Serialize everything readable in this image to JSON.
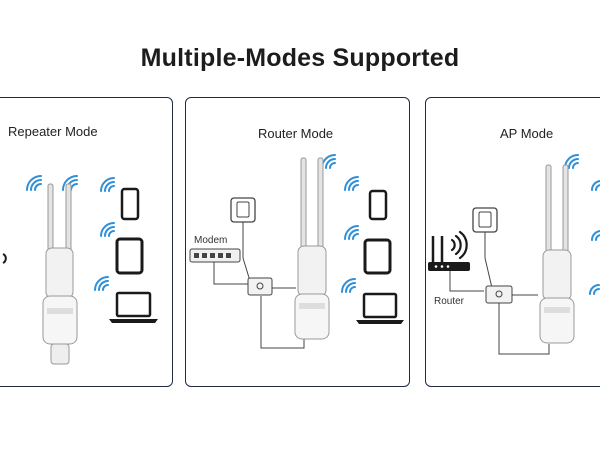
{
  "title": "Multiple-Modes Supported",
  "panels": [
    {
      "title": "Repeater Mode"
    },
    {
      "title": "Router Mode",
      "labels": {
        "modem": "Modem"
      }
    },
    {
      "title": "AP Mode",
      "labels": {
        "router": "Router"
      }
    }
  ],
  "colors": {
    "border": "#1f2a44",
    "wifi": "#2f8fd8",
    "device": "#1a1a1a",
    "line": "#444444"
  }
}
